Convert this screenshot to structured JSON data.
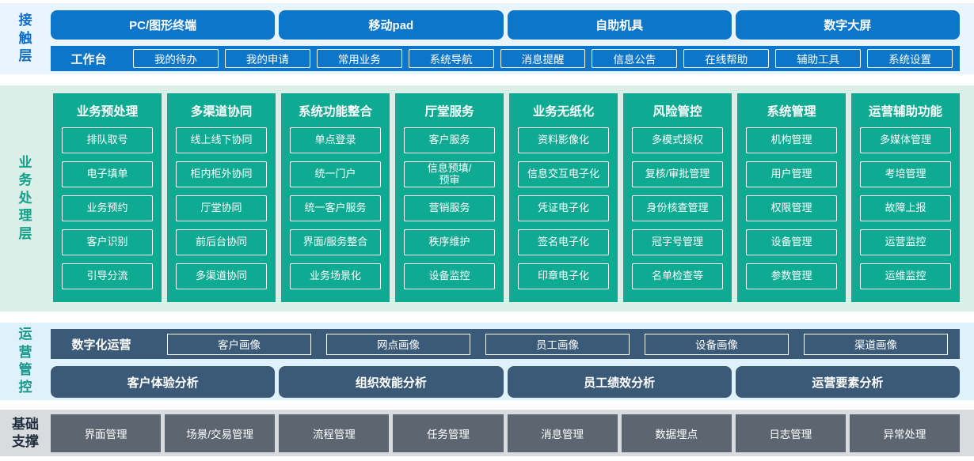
{
  "colors": {
    "accent_blue": "#0c76cb",
    "accent_green": "#0faa92",
    "accent_slate": "#3b5a78",
    "accent_gray": "#5d6670",
    "contact_strip_bg": "#e8f5fd",
    "business_strip_bg": "#dceee8",
    "operations_strip_bg": "#dff1fb",
    "foundation_strip_bg": "#d9dcdf"
  },
  "layers": {
    "contact": {
      "label": "接\n触\n层",
      "terminals": [
        "PC/图形终端",
        "移动pad",
        "自助机具",
        "数字大屏"
      ],
      "workbench": {
        "label": "工作台",
        "items": [
          "我的待办",
          "我的申请",
          "常用业务",
          "系统导航",
          "消息提醒",
          "信息公告",
          "在线帮助",
          "辅助工具",
          "系统设置"
        ]
      }
    },
    "business": {
      "label": "业\n务\n处\n理\n层",
      "columns": [
        {
          "title": "业务预处理",
          "items": [
            "排队取号",
            "电子填单",
            "业务预约",
            "客户识别",
            "引导分流"
          ]
        },
        {
          "title": "多渠道协同",
          "items": [
            "线上线下协同",
            "柜内柜外协同",
            "厅堂协同",
            "前后台协同",
            "多渠道协同"
          ]
        },
        {
          "title": "系统功能整合",
          "items": [
            "单点登录",
            "统一门户",
            "统一客户服务",
            "界面/服务整合",
            "业务场景化"
          ]
        },
        {
          "title": "厅堂服务",
          "items": [
            "客户服务",
            "信息预填/\n预审",
            "营销服务",
            "秩序维护",
            "设备监控"
          ]
        },
        {
          "title": "业务无纸化",
          "items": [
            "资料影像化",
            "信息交互电子化",
            "凭证电子化",
            "签名电子化",
            "印章电子化"
          ]
        },
        {
          "title": "风险管控",
          "items": [
            "多模式授权",
            "复核/审批管理",
            "身份核查管理",
            "冠字号管理",
            "名单检查等"
          ]
        },
        {
          "title": "系统管理",
          "items": [
            "机构管理",
            "用户管理",
            "权限管理",
            "设备管理",
            "参数管理"
          ]
        },
        {
          "title": "运营辅助功能",
          "items": [
            "多媒体管理",
            "考培管理",
            "故障上报",
            "运营监控",
            "运维监控"
          ]
        }
      ]
    },
    "operations": {
      "label": "运\n营\n管\n控",
      "digital": {
        "label": "数字化运营",
        "items": [
          "客户画像",
          "网点画像",
          "员工画像",
          "设备画像",
          "渠道画像"
        ]
      },
      "analysis": [
        "客户体验分析",
        "组织效能分析",
        "员工绩效分析",
        "运营要素分析"
      ]
    },
    "foundation": {
      "label": "基础\n支撑",
      "items": [
        "界面管理",
        "场景/交易管理",
        "流程管理",
        "任务管理",
        "消息管理",
        "数据埋点",
        "日志管理",
        "异常处理"
      ]
    }
  }
}
